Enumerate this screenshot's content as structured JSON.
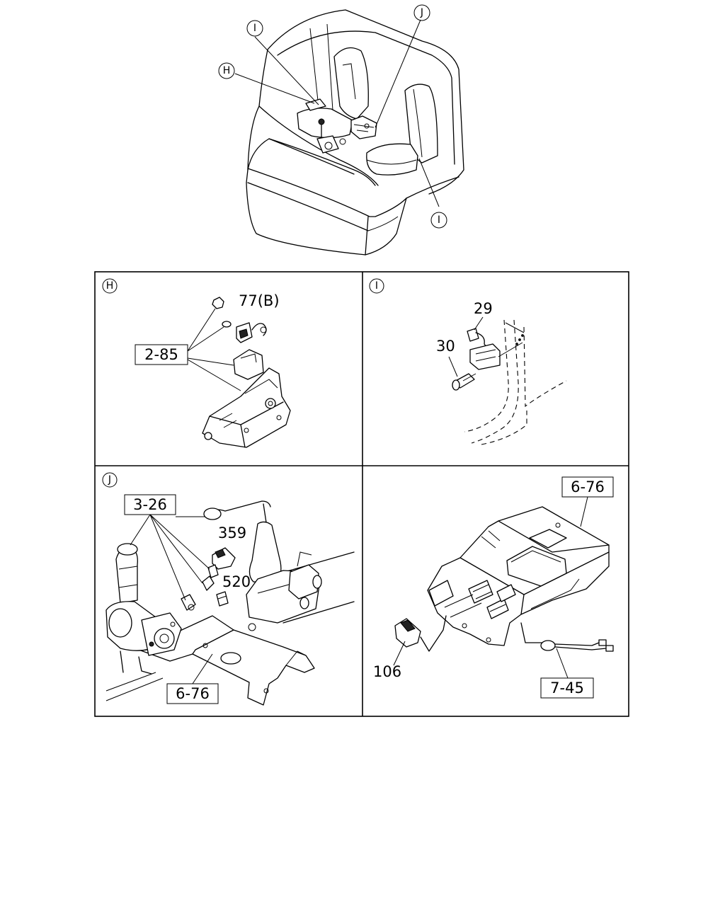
{
  "overview": {
    "callouts": {
      "i_top": "I",
      "h": "H",
      "j": "J",
      "i_bottom": "I"
    }
  },
  "panels": {
    "h": {
      "letter": "H",
      "labels": {
        "part_77b": "77(B)",
        "ref_2_85": "2-85"
      }
    },
    "i": {
      "letter": "I",
      "labels": {
        "part_29": "29",
        "part_30": "30"
      }
    },
    "j": {
      "letter": "J",
      "labels": {
        "ref_3_26": "3-26",
        "part_359": "359",
        "part_520": "520",
        "ref_6_76": "6-76"
      }
    },
    "k": {
      "labels": {
        "ref_6_76": "6-76",
        "part_106": "106",
        "ref_7_45": "7-45"
      }
    }
  }
}
